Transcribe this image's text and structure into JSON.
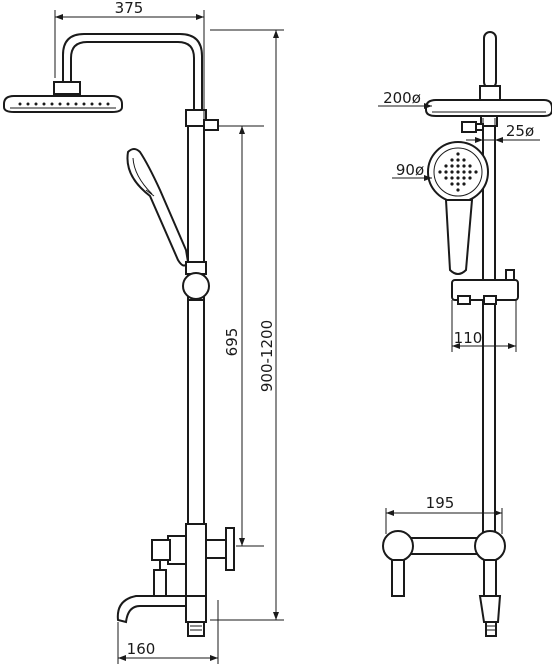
{
  "dimensions": {
    "head_reach": "375",
    "total_height": "900-1200",
    "slide_bar_span": "695",
    "spout_reach": "160",
    "head_diameter": "200ø",
    "arm_diameter": "25ø",
    "hand_shower_diameter": "90ø",
    "holder_depth": "110",
    "mixer_width": "195"
  }
}
